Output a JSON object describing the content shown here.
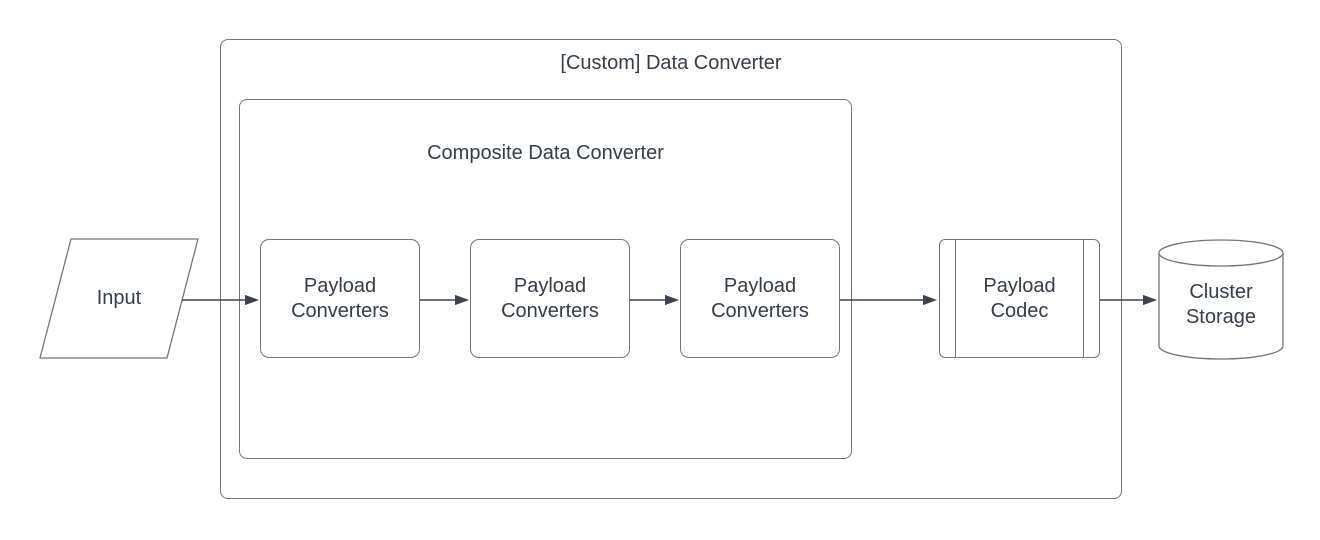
{
  "diagram": {
    "type": "flowchart",
    "outer_container": {
      "label": "[Custom] Data Converter"
    },
    "inner_container": {
      "label": "Composite Data Converter"
    },
    "nodes": {
      "input": {
        "label": "Input",
        "shape": "parallelogram"
      },
      "payload_converters": [
        {
          "label": "Payload Converters"
        },
        {
          "label": "Payload Converters"
        },
        {
          "label": "Payload Converters"
        }
      ],
      "payload_codec": {
        "label": "Payload Codec",
        "shape": "predefined-process"
      },
      "cluster_storage": {
        "label": "Cluster Storage",
        "shape": "cylinder"
      }
    },
    "connections": [
      {
        "from": "Input",
        "to": "Payload Converters"
      },
      {
        "from": "Payload Converters",
        "to": "Payload Converters"
      },
      {
        "from": "Payload Converters",
        "to": "Payload Converters"
      },
      {
        "from": "Payload Converters",
        "to": "Payload Codec"
      },
      {
        "from": "Payload Codec",
        "to": "Cluster Storage"
      }
    ],
    "colors": {
      "shape_stroke": "#6f757c",
      "arrow": "#39424d",
      "text": "#333c47",
      "background": "#ffffff"
    }
  }
}
